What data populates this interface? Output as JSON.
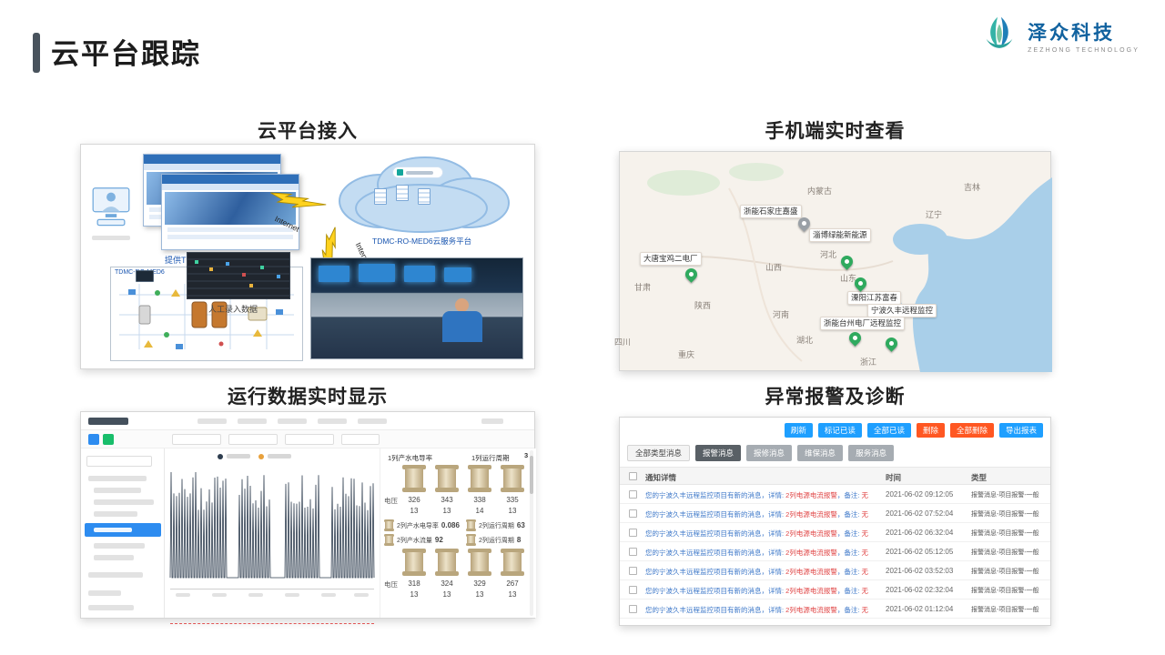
{
  "header": {
    "title": "云平台跟踪",
    "logo_name": "泽众科技",
    "logo_subtitle": "ZEZHONG TECHNOLOGY"
  },
  "sections": {
    "cloud": "云平台接入",
    "mobile": "手机端实时查看",
    "data": "运行数据实时显示",
    "alarm": "异常报警及诊断"
  },
  "cloud": {
    "portal_caption": "提供TDMC-RO-MED6入口",
    "cloud_caption": "TDMC-RO-MED6云服务平台",
    "internet1": "Internet",
    "internet2": "Internet",
    "flow_title": "TDMC-RO-MED6",
    "flow_caption": "人工录入数据"
  },
  "map": {
    "provinces": [
      "内蒙古",
      "吉林",
      "辽宁",
      "河北",
      "山西",
      "山东",
      "甘肃",
      "陕西",
      "河南",
      "湖北",
      "重庆",
      "浙江",
      "四川"
    ],
    "plants": [
      "浙能石家庄嘉盛",
      "淄博绿能新能源",
      "大唐宝鸡二电厂",
      "溧阳江苏富春",
      "宁波久丰远程监控",
      "浙能台州电厂远程监控"
    ]
  },
  "dashboard": {
    "col_left": "1列产水电导率",
    "col_right": "1列运行周期",
    "col_right_value": "3",
    "voltage_label": "电压",
    "row1": [
      "326",
      "343",
      "338",
      "335"
    ],
    "row2": [
      "13",
      "13",
      "14",
      "13"
    ],
    "stats": [
      {
        "label": "2列产水电导率",
        "value": "0.086"
      },
      {
        "label": "2列运行周期",
        "value": "63"
      },
      {
        "label": "2列产水流量",
        "value": "92"
      },
      {
        "label": "2列运行周期",
        "value": "8"
      }
    ],
    "voltage_label2": "电压",
    "row3": [
      "318",
      "324",
      "329",
      "267"
    ],
    "row4": [
      "13",
      "13",
      "13",
      "13"
    ]
  },
  "alarm": {
    "toolbar": [
      "刷新",
      "标记已读",
      "全部已读",
      "删除",
      "全部删除",
      "导出报表"
    ],
    "tabs": [
      "全部类型消息",
      "报警消息",
      "报修消息",
      "维保消息",
      "服务消息"
    ],
    "columns": {
      "detail": "通知详情",
      "time": "时间",
      "type": "类型"
    },
    "message": {
      "prefix": "您的宁波久丰远程监控项目有新的消息，详情: ",
      "alarm": "2列电源电流报警",
      "mid": "，备注: ",
      "note": "无"
    },
    "rows": [
      {
        "time": "2021-06-02 09:12:05",
        "type": "报警消息-项目报警-一般"
      },
      {
        "time": "2021-06-02 07:52:04",
        "type": "报警消息-项目报警-一般"
      },
      {
        "time": "2021-06-02 06:32:04",
        "type": "报警消息-项目报警-一般"
      },
      {
        "time": "2021-06-02 05:12:05",
        "type": "报警消息-项目报警-一般"
      },
      {
        "time": "2021-06-02 03:52:03",
        "type": "报警消息-项目报警-一般"
      },
      {
        "time": "2021-06-02 02:32:04",
        "type": "报警消息-项目报警-一般"
      },
      {
        "time": "2021-06-02 01:12:04",
        "type": "报警消息-项目报警-一般"
      }
    ]
  }
}
